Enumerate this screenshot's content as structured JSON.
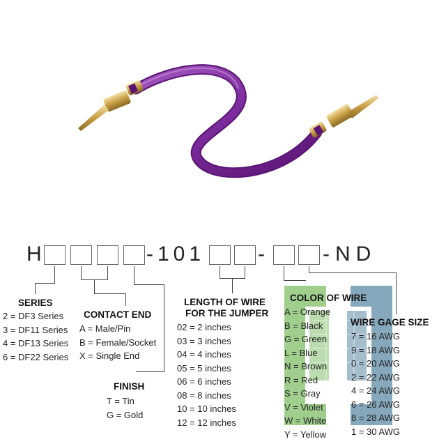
{
  "colors": {
    "wire": "#7a2a9a",
    "wire_dark": "#5a1474",
    "wire_light": "#a458c0",
    "metal": "#c8a24a",
    "watermark_green": "#8fc67a",
    "watermark_blue": "#4e7f9e"
  },
  "part_number": {
    "prefix": "H",
    "mid": "-101",
    "dash": "-",
    "suffix": "-ND"
  },
  "series": {
    "heading": "SERIES",
    "items": [
      "2 = DF3 Series",
      "3 = DF11 Series",
      "4 = DF13 Series",
      "6 = DF22 Series"
    ]
  },
  "contact_end": {
    "heading": "CONTACT END",
    "items": [
      "A = Male/Pin",
      "B = Female/Socket",
      "X = Single End"
    ]
  },
  "finish": {
    "heading": "FINISH",
    "items": [
      "T = Tin",
      "G = Gold"
    ]
  },
  "length": {
    "heading_line1": "LENGTH OF WIRE",
    "heading_line2": "FOR THE JUMPER",
    "items": [
      "02 = 2 inches",
      "03 = 3 inches",
      "04 = 4 inches",
      "05 = 5 inches",
      "06 = 6 inches",
      "08 = 8 inches",
      "10 = 10 inches",
      "12 = 12 inches"
    ]
  },
  "color_of_wire": {
    "heading": "COLOR OF WIRE",
    "items": [
      "A = Orange",
      "B = Black",
      "G = Green",
      "L = Blue",
      "N = Brown",
      "R = Red",
      "S = Gray",
      "V = Violet",
      "W = White",
      "Y = Yellow"
    ]
  },
  "wire_gage": {
    "heading": "WIRE GAGE SIZE",
    "items": [
      "7 = 16 AWG",
      "9 = 18 AWG",
      "0 = 20 AWG",
      "2 = 22 AWG",
      "4 = 24 AWG",
      "6 = 26 AWG",
      "8 = 28 AWG",
      "1 = 30 AWG"
    ]
  }
}
